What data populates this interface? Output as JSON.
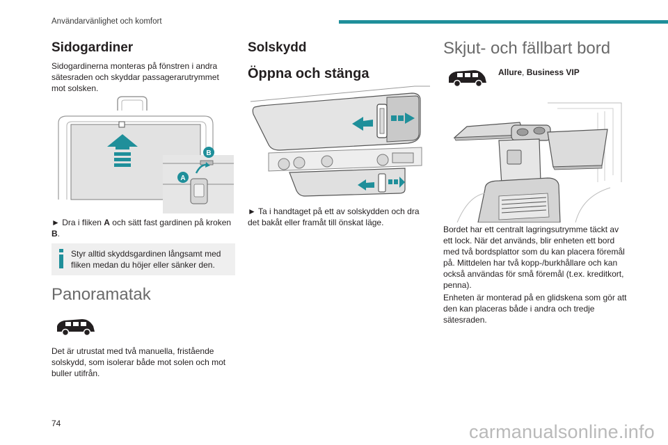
{
  "header": {
    "running_title": "Användarvänlighet och komfort",
    "accent_color": "#1f8f9a"
  },
  "sidogardiner": {
    "title": "Sidogardiner",
    "intro": "Sidogardinerna monteras på fönstren i andra sätesraden och skyddar passagerarutrymmet mot solsken.",
    "instruction_arrow": "►",
    "instruction_pre": "Dra i fliken ",
    "tab_letter": "A",
    "instruction_mid": " och sätt fast gardinen på kroken ",
    "hook_letter": "B",
    "instruction_end": ".",
    "figure_label_a": "A",
    "figure_label_b": "B",
    "note": "Styr alltid skyddsgardinen långsamt med fliken medan du höjer eller sänker den.",
    "note_icon": "info-icon"
  },
  "panoramatak": {
    "title": "Panoramatak",
    "vehicle_icon": "van-icon",
    "body": "Det är utrustat med två manuella, fristående solskydd, som isolerar både mot solen och mot buller utifrån."
  },
  "solskydd": {
    "title": "Solskydd",
    "subtitle": "Öppna och stänga",
    "instruction_arrow": "►",
    "instruction": "Ta i handtaget på ett av solskydden och dra det bakåt eller framåt till önskat läge."
  },
  "bord": {
    "title": "Skjut- och fällbart bord",
    "vehicle_icon": "van-icon",
    "trim_a": "Allure",
    "trim_sep": ", ",
    "trim_b": "Business VIP",
    "body_1": "Bordet har ett centralt lagringsutrymme täckt av ett lock. När det används, blir enheten ett bord med två bordsplattor som du kan placera föremål på. Mittdelen har två kopp-/burkhållare och kan också användas för små föremål (t.ex. kreditkort, penna).",
    "body_2": "Enheten är monterad på en glidskena som gör att den kan placeras både i andra och tredje sätesraden."
  },
  "footer": {
    "page_number": "74",
    "watermark": "carmanualsonline.info"
  }
}
